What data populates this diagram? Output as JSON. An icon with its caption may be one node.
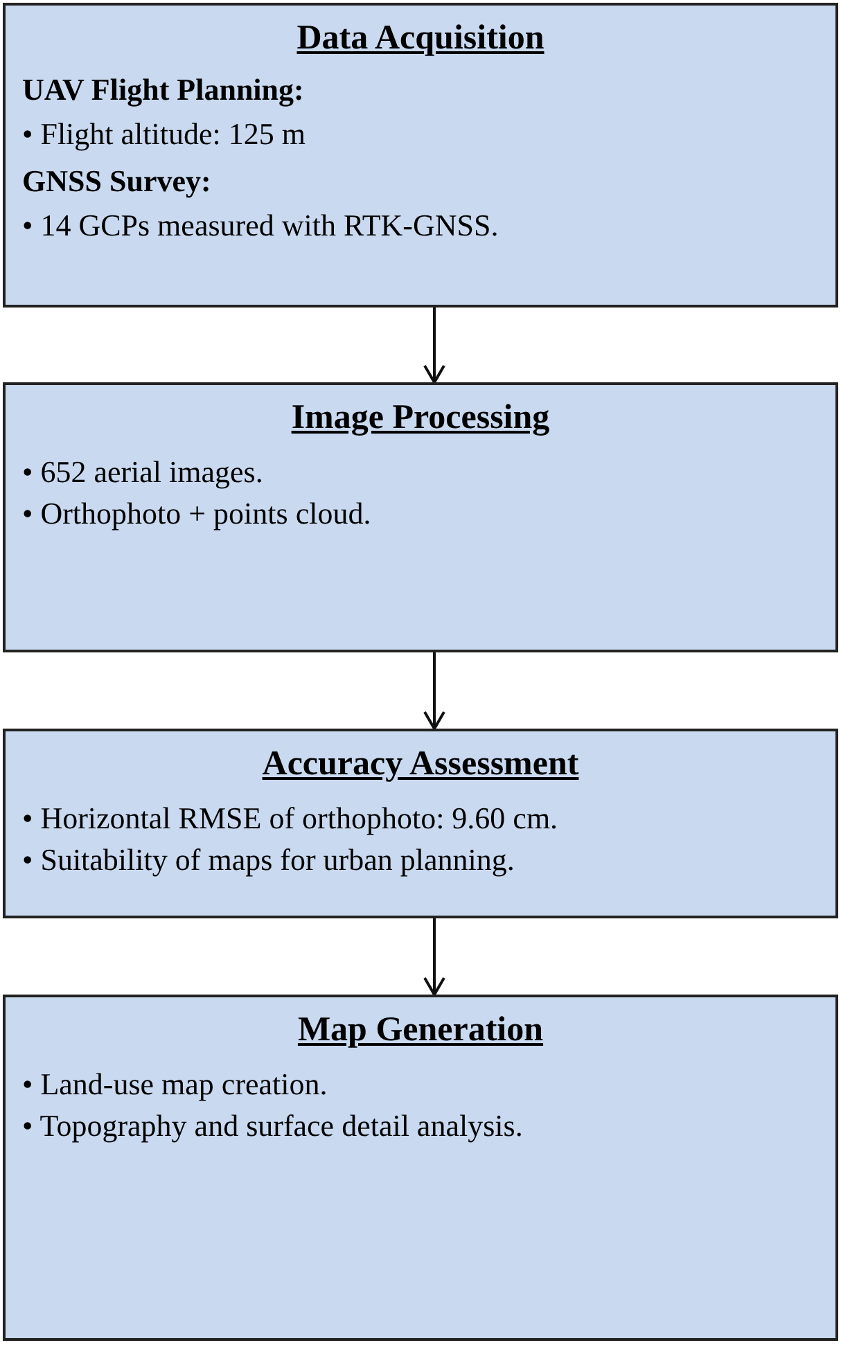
{
  "diagram": {
    "nodes": [
      {
        "text": [
          "Data Acquisition",
          "UAV Flight Planning:",
          "• Flight altitude: 125 m",
          "GNSS Survey:",
          "• 14 GCPs measured with RTK-GNSS."
        ]
      },
      {
        "text": [
          "Image Processing",
          "• 652 aerial images.",
          "• Orthophoto + points cloud."
        ]
      },
      {
        "text": [
          "Accuracy Assessment",
          "• Horizontal RMSE of orthophoto: 9.60 cm.",
          "• Suitability of maps for urban planning."
        ]
      },
      {
        "text": [
          "Map Generation",
          "• Land-use map creation.",
          "• Topography and surface detail analysis."
        ]
      }
    ],
    "edges": [
      {
        "from": 0,
        "to": 1,
        "arrow": "to"
      },
      {
        "from": 1,
        "to": 2,
        "arrow": "to"
      },
      {
        "from": 2,
        "to": 3,
        "arrow": "to"
      }
    ]
  }
}
